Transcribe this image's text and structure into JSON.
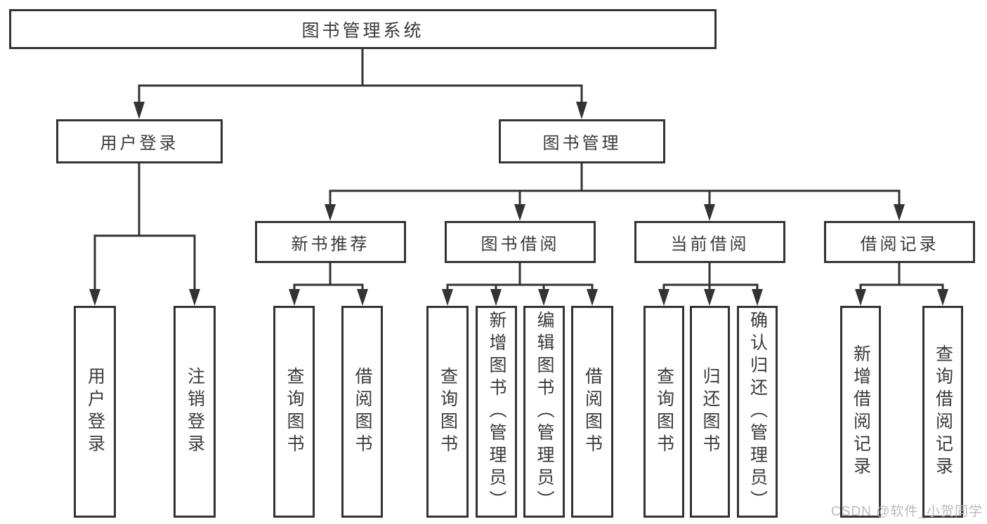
{
  "tree": {
    "root": {
      "label": "图书管理系统"
    },
    "level2": [
      {
        "label": "用户登录"
      },
      {
        "label": "图书管理"
      }
    ],
    "level3": [
      {
        "label": "新书推荐",
        "parent": "图书管理"
      },
      {
        "label": "图书借阅",
        "parent": "图书管理"
      },
      {
        "label": "当前借阅",
        "parent": "图书管理"
      },
      {
        "label": "借阅记录",
        "parent": "图书管理"
      }
    ],
    "leaves": [
      {
        "label": "用户登录",
        "parent": "用户登录"
      },
      {
        "label": "注销登录",
        "parent": "用户登录"
      },
      {
        "label": "查询图书",
        "parent": "新书推荐"
      },
      {
        "label": "借阅图书",
        "parent": "新书推荐"
      },
      {
        "label": "查询图书",
        "parent": "图书借阅"
      },
      {
        "label": "新增图书（管理员）",
        "parent": "图书借阅"
      },
      {
        "label": "编辑图书（管理员）",
        "parent": "图书借阅"
      },
      {
        "label": "借阅图书",
        "parent": "图书借阅"
      },
      {
        "label": "查询图书",
        "parent": "当前借阅"
      },
      {
        "label": "归还图书",
        "parent": "当前借阅"
      },
      {
        "label": "确认归还（管理员）",
        "parent": "当前借阅"
      },
      {
        "label": "新增借阅记录",
        "parent": "借阅记录"
      },
      {
        "label": "查询借阅记录",
        "parent": "借阅记录"
      }
    ]
  },
  "watermark": {
    "text": "CSDN @软件_小贺同学"
  },
  "colors": {
    "line": "#333333",
    "border": "#333333",
    "text": "#3a3a3a",
    "watermark": "#b7b7b7",
    "background": "#ffffff"
  }
}
